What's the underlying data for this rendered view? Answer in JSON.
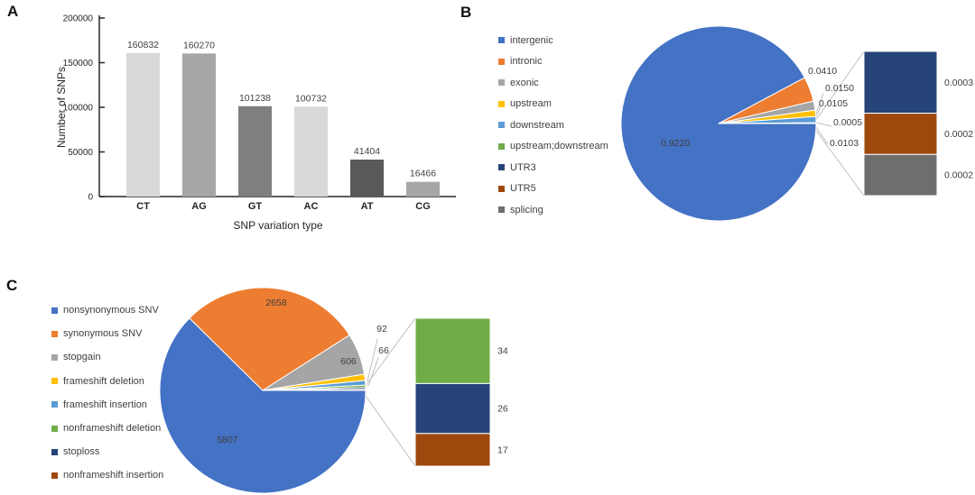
{
  "figure": {
    "panels": [
      {
        "id": "A",
        "label": "A"
      },
      {
        "id": "B",
        "label": "B"
      },
      {
        "id": "C",
        "label": "C"
      }
    ]
  },
  "chart_data": [
    {
      "panel": "A",
      "type": "bar",
      "title": "",
      "categories": [
        "CT",
        "AG",
        "GT",
        "AC",
        "AT",
        "CG"
      ],
      "values": [
        160832,
        160270,
        101238,
        100732,
        41404,
        16466
      ],
      "value_labels": [
        "160832",
        "160270",
        "101238",
        "100732",
        "41404",
        "16466"
      ],
      "bar_colors": [
        "#D9D9D9",
        "#A6A6A6",
        "#7F7F7F",
        "#D9D9D9",
        "#595959",
        "#A6A6A6"
      ],
      "xlabel": "SNP variation type",
      "ylabel": "Number of SNPs",
      "ylim": [
        0,
        200000
      ],
      "yticks": [
        0,
        50000,
        100000,
        150000,
        200000
      ],
      "grid": false,
      "legend_position": "none"
    },
    {
      "panel": "B",
      "type": "pie",
      "title": "",
      "legend_position": "left",
      "slices": [
        {
          "name": "intergenic",
          "value": 0.922,
          "label": "0.9220",
          "color": "#4472C4"
        },
        {
          "name": "intronic",
          "value": 0.041,
          "label": "0.0410",
          "color": "#ED7D31"
        },
        {
          "name": "exonic",
          "value": 0.015,
          "label": "0.0150",
          "color": "#A5A5A5"
        },
        {
          "name": "upstream",
          "value": 0.0105,
          "label": "0.0105",
          "color": "#FFC000"
        },
        {
          "name": "downstream",
          "value": 0.0103,
          "label": "0.0103",
          "color": "#5B9BD5"
        },
        {
          "name": "upstream;downstream",
          "value": 0.0005,
          "label": "0.0005",
          "color": "#70AD47"
        },
        {
          "name": "UTR3",
          "value": 0.0003,
          "label": "0.0003",
          "color": "#264478"
        },
        {
          "name": "UTR5",
          "value": 0.0002,
          "label": "0.0002",
          "color": "#9E480E"
        },
        {
          "name": "splicing",
          "value": 0.0002,
          "label": "0.0002",
          "color": "#6E6E6E"
        }
      ],
      "breakout_slices": [
        "UTR3",
        "UTR5",
        "splicing"
      ]
    },
    {
      "panel": "C",
      "type": "pie",
      "title": "",
      "legend_position": "left",
      "slices": [
        {
          "name": "nonsynonymous SNV",
          "value": 5807,
          "label": "5807",
          "color": "#4472C4"
        },
        {
          "name": "synonymous SNV",
          "value": 2658,
          "label": "2658",
          "color": "#ED7D31"
        },
        {
          "name": "stopgain",
          "value": 606,
          "label": "606",
          "color": "#A5A5A5"
        },
        {
          "name": "frameshift deletion",
          "value": 92,
          "label": "92",
          "color": "#FFC000"
        },
        {
          "name": "frameshift insertion",
          "value": 66,
          "label": "66",
          "color": "#5B9BD5"
        },
        {
          "name": "nonframeshift deletion",
          "value": 34,
          "label": "34",
          "color": "#70AD47"
        },
        {
          "name": "stoploss",
          "value": 26,
          "label": "26",
          "color": "#264478"
        },
        {
          "name": "nonframeshift insertion",
          "value": 17,
          "label": "17",
          "color": "#9E480E"
        }
      ],
      "breakout_slices": [
        "nonframeshift deletion",
        "stoploss",
        "nonframeshift insertion"
      ]
    }
  ]
}
